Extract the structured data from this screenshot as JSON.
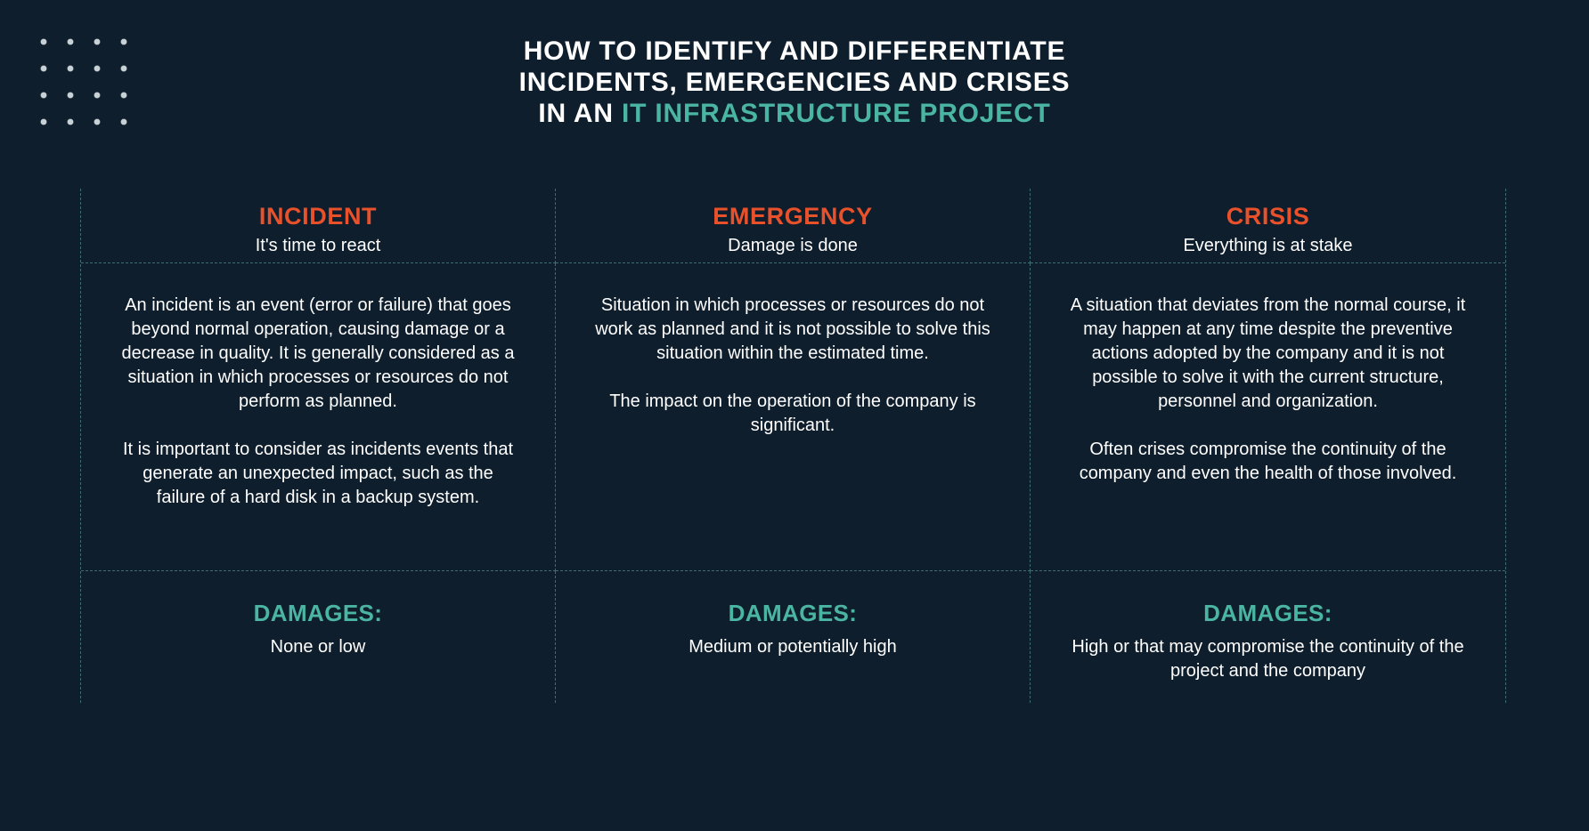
{
  "title": {
    "line1": "HOW TO IDENTIFY AND DIFFERENTIATE",
    "line2": "INCIDENTS, EMERGENCIES AND CRISES",
    "line3_prefix": "IN AN ",
    "line3_accent": "IT INFRASTRUCTURE PROJECT"
  },
  "colors": {
    "background": "#0f1e2c",
    "text": "#ffffff",
    "accent_teal": "#4ab5a3",
    "accent_orange": "#e9512b",
    "grid_line": "#3e6e6e",
    "dots": "#c7d1d6"
  },
  "columns": [
    {
      "header": "INCIDENT",
      "subtitle": "It's time to react",
      "body_paragraphs": [
        "An incident is an event (error or failure) that goes beyond normal operation, causing damage or a decrease in quality. It is generally considered as a situation in which processes or resources do not perform as planned.",
        "It is important to consider as incidents events that generate an unexpected impact, such as the failure of a hard disk in a backup system."
      ],
      "damages_label": "DAMAGES:",
      "damages_value": "None or low"
    },
    {
      "header": "EMERGENCY",
      "subtitle": "Damage is done",
      "body_paragraphs": [
        "Situation in which processes or resources do not work as planned and it is not possible to solve this situation within the estimated time.",
        "The impact on the operation of the company is significant."
      ],
      "damages_label": "DAMAGES:",
      "damages_value": "Medium or potentially high"
    },
    {
      "header": "CRISIS",
      "subtitle": "Everything is at stake",
      "body_paragraphs": [
        "A situation that deviates from the normal course, it may happen at any time despite the preventive actions adopted by the company and it is not possible to solve it with the current structure, personnel and organization.",
        "Often crises compromise the continuity of the company and even the health of those involved."
      ],
      "damages_label": "DAMAGES:",
      "damages_value": "High or that may compromise the continuity of the project and the company"
    }
  ]
}
